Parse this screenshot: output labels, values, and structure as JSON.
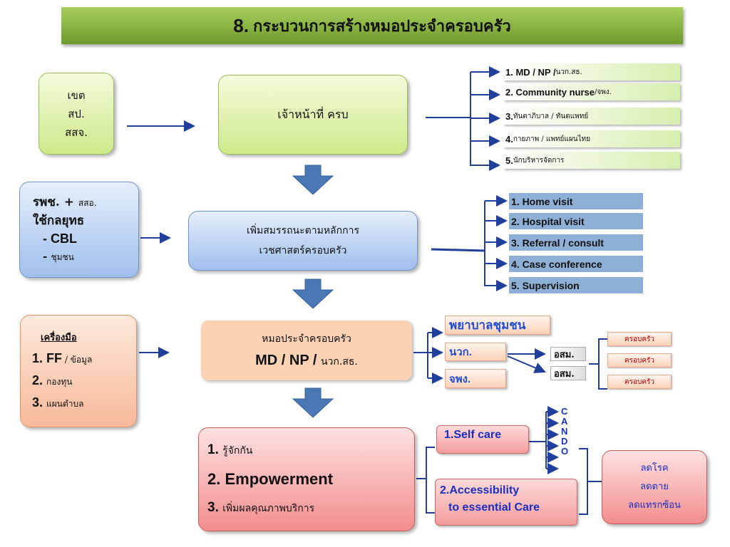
{
  "title": {
    "num": "8.",
    "text": "กระบวนการสร้างหมอประจำครอบครัว"
  },
  "row1": {
    "left": [
      "เขต",
      "สป.",
      "สสจ."
    ],
    "center": "เจ้าหน้าที่ ครบ",
    "items": [
      {
        "a": "1. MD / NP / ",
        "b": "นวก.สธ."
      },
      {
        "a": "2. Community nurse ",
        "b": "/จพง."
      },
      {
        "a": "3. ",
        "b": "ทันตาภิบาล / ทันตแพทย์"
      },
      {
        "a": "4. ",
        "b": "กายภาพ / แพทย์แผนไทย"
      },
      {
        "a": "5. ",
        "b": "นักบริหารจัดการ"
      }
    ]
  },
  "row2": {
    "left": {
      "line1a": "รพช. + ",
      "line1b": "สสอ.",
      "line2": "ใช้กลยุทธ",
      "line3": "- CBL",
      "line4a": "- ",
      "line4b": "ชุมชน"
    },
    "center": [
      "เพิ่มสมรรถนะตามหลักการ",
      "เวชศาสตร์ครอบครัว"
    ],
    "items": [
      "1. Home visit",
      "2. Hospital visit",
      "3. Referral / consult",
      "4. Case conference",
      "5. Supervision"
    ]
  },
  "row3": {
    "left": {
      "heading": "เครื่องมือ",
      "item1a": "1. FF",
      "item1b": " / ข้อมูล",
      "item2a": "2. ",
      "item2b": "กองทุน",
      "item3a": "3. ",
      "item3b": "แผนตำบล"
    },
    "center": {
      "line1": "หมอประจำครอบครัว",
      "line2a": "MD / NP / ",
      "line2b": "นวก.สธ."
    },
    "items": [
      "พยาบาลชุมชน",
      "นวก.",
      "จพง."
    ],
    "osm": [
      "อสม.",
      "อสม."
    ],
    "families": [
      "ครอบครัว",
      "ครอบครัว",
      "ครอบครัว"
    ]
  },
  "row4": {
    "left": {
      "item1a": "1. ",
      "item1b": "รู้จักกัน",
      "item2": "2. Empowerment",
      "item3a": "3. ",
      "item3b": "เพิ่มผลคุณภาพบริการ"
    },
    "self_care": "1.Self care",
    "access": [
      "2.Accessibility",
      "to essential Care"
    ],
    "cando": [
      "C",
      "A",
      "N",
      "D",
      "O"
    ],
    "outcome": [
      "ลดโรค",
      "ลดตาย",
      "ลดแทรกซ้อน"
    ]
  },
  "colors": {
    "line": "#1f3f9a",
    "arrow_down": "#4a78b5",
    "title_bg": "#8ab844"
  }
}
